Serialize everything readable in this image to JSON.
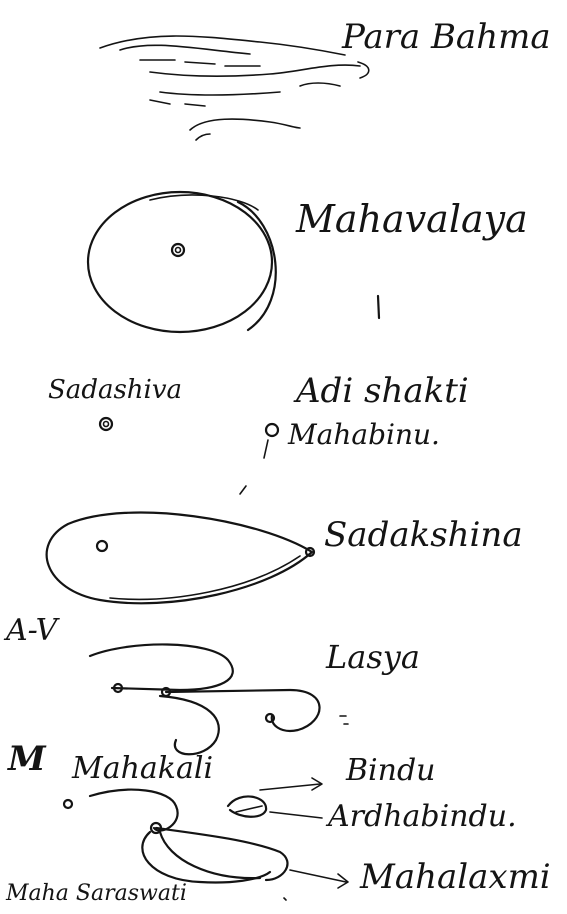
{
  "labels": {
    "para_bahma": "Para Bahma",
    "mahavalaya": "Mahavalaya",
    "sadashiva": "Sadashiva",
    "adishakti": "Adi shakti",
    "mahabindu": "Mahabinu.",
    "sadakshina": "Sadakshina",
    "av": "A-V",
    "lasya": "Lasya",
    "m": "M",
    "mahakali": "Mahakali",
    "bindu": "Bindu",
    "ardhabindu": "Ardhabindu.",
    "mahalaxmi": "Mahalaxmi",
    "mahasaraswati": "Maha Saraswati"
  }
}
